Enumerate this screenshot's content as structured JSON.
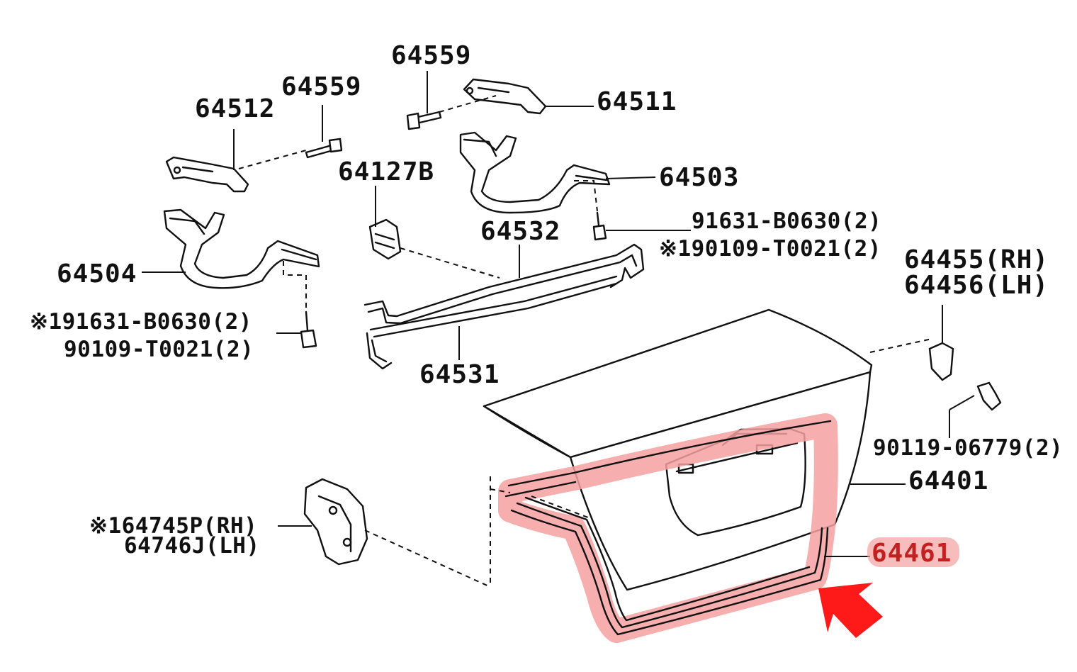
{
  "labels": {
    "p64559_top": "64559",
    "p64559_left": "64559",
    "p64512": "64512",
    "p64511": "64511",
    "p64127b": "64127B",
    "p64503": "64503",
    "p64532": "64532",
    "p64504": "64504",
    "bolt_right_1": "91631-B0630(2)",
    "bolt_right_2": "※190109-T0021(2)",
    "bolt_left_1": "※191631-B0630(2)",
    "bolt_left_2": "90109-T0021(2)",
    "p64531": "64531",
    "p64455": "64455(RH)",
    "p64456": "64456(LH)",
    "p90119": "90119-06779(2)",
    "p64401": "64401",
    "p64745": "※164745P(RH)",
    "p64746": "64746J(LH)",
    "p64461": "64461"
  },
  "colors": {
    "highlight": "#f4a0a0",
    "highlight_text": "#c42020",
    "arrow": "#ff1a1a"
  },
  "icons": {
    "arrow": "arrow-pointer-icon"
  }
}
